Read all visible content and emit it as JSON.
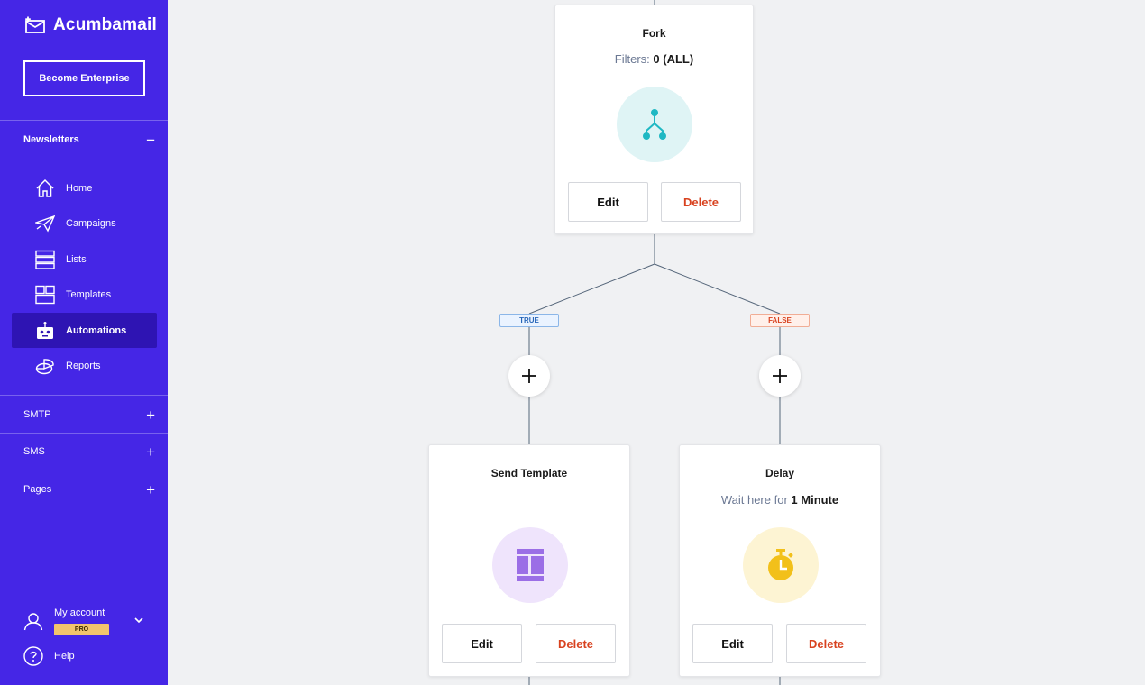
{
  "app": {
    "brand": "Acumbamail",
    "enterprise_button": "Become Enterprise"
  },
  "sidebar": {
    "newsletters": {
      "label": "Newsletters",
      "toggle": "−"
    },
    "items": [
      {
        "label": "Home",
        "icon": "home-icon"
      },
      {
        "label": "Campaigns",
        "icon": "paper-plane-icon"
      },
      {
        "label": "Lists",
        "icon": "list-icon"
      },
      {
        "label": "Templates",
        "icon": "templates-icon"
      },
      {
        "label": "Automations",
        "icon": "robot-icon",
        "active": true
      },
      {
        "label": "Reports",
        "icon": "pie-chart-icon"
      }
    ],
    "sections": [
      {
        "label": "SMTP",
        "toggle": "+"
      },
      {
        "label": "SMS",
        "toggle": "+"
      },
      {
        "label": "Pages",
        "toggle": "+"
      }
    ],
    "account": {
      "label": "My account",
      "badge": "PRO"
    },
    "help": {
      "label": "Help"
    }
  },
  "flow": {
    "fork": {
      "title": "Fork",
      "subtitle_prefix": "Filters:",
      "subtitle_value": "0 (ALL)",
      "icon": "fork-icon",
      "edit": "Edit",
      "delete": "Delete"
    },
    "true_label": "TRUE",
    "false_label": "FALSE",
    "add_symbol": "+",
    "send_template": {
      "title": "Send Template",
      "icon": "template-icon",
      "edit": "Edit",
      "delete": "Delete"
    },
    "delay": {
      "title": "Delay",
      "subtitle_prefix": "Wait here for",
      "subtitle_value": "1 Minute",
      "icon": "stopwatch-icon",
      "edit": "Edit",
      "delete": "Delete"
    }
  },
  "colors": {
    "sidebar": "#4526e6",
    "sidebar_active": "#2e14b3",
    "delete": "#d8421f",
    "fork_circle": "#dff4f5",
    "template_circle": "#efe4fc",
    "delay_circle": "#fdf4d3"
  }
}
